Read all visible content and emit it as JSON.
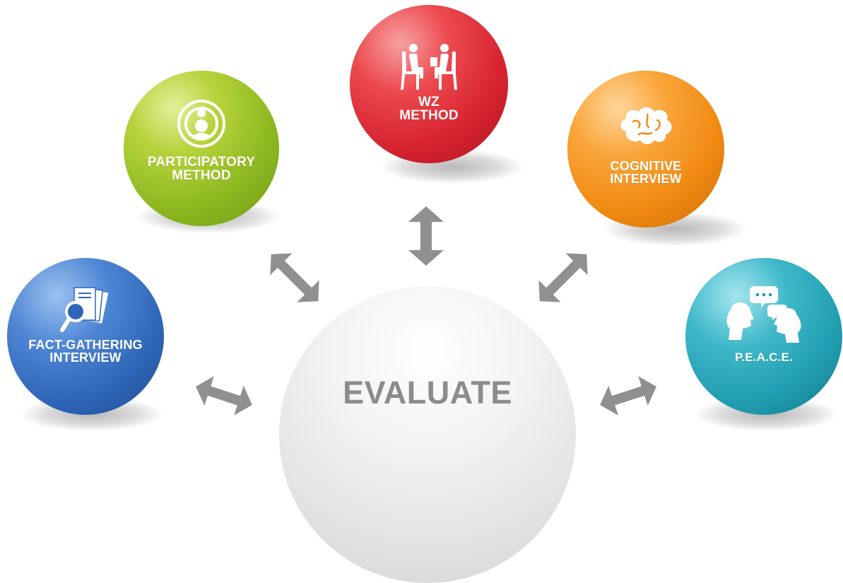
{
  "center": {
    "label": "EVALUATE"
  },
  "nodes": [
    {
      "id": "fact-gathering",
      "label": "FACT-GATHERING\nINTERVIEW",
      "color": "#2f66b8",
      "icon": "magnifier-documents-icon"
    },
    {
      "id": "participatory",
      "label": "PARTICIPATORY\nMETHOD",
      "color": "#8eb921",
      "icon": "participatory-person-icon"
    },
    {
      "id": "wz",
      "label": "WZ\nMETHOD",
      "color": "#d72430",
      "icon": "interview-chairs-icon"
    },
    {
      "id": "cognitive",
      "label": "COGNITIVE\nINTERVIEW",
      "color": "#f18a12",
      "icon": "brain-icon"
    },
    {
      "id": "peace",
      "label": "P.E.A.C.E.",
      "color": "#219eb1",
      "icon": "two-heads-speech-icon"
    }
  ],
  "arrow_color": "#909090"
}
